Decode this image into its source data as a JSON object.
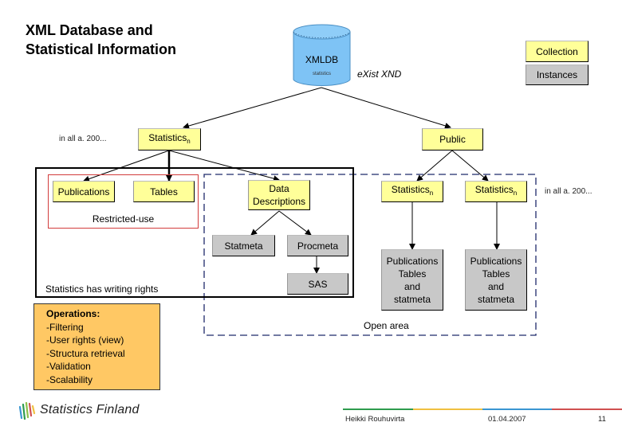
{
  "title": {
    "line1": "XML Database and",
    "line2": "Statistical Information"
  },
  "database": {
    "label": "XMLDB",
    "sublabel": "statistics",
    "note": "eXist XND",
    "color": "#7ec3f5"
  },
  "legend": {
    "collection": "Collection",
    "instances": "Instances"
  },
  "nodes": {
    "statistics_left": {
      "label": "Statistics",
      "sub": "n",
      "note": "in all a. 200..."
    },
    "public": {
      "label": "Public"
    },
    "publications": {
      "label": "Publications"
    },
    "tables": {
      "label": "Tables"
    },
    "restricted_use": "Restricted-use",
    "data_descriptions": {
      "line1": "Data",
      "line2": "Descriptions"
    },
    "statmeta": {
      "label": "Statmeta"
    },
    "procmeta": {
      "label": "Procmeta"
    },
    "sas": {
      "label": "SAS"
    },
    "writing_rights": "Statistics has writing rights",
    "public_stat_1": {
      "label": "Statistics",
      "sub": "n"
    },
    "public_stat_2": {
      "label": "Statistics",
      "sub": "n"
    },
    "public_note": "in all a. 200...",
    "public_content_1": {
      "line1": "Publications",
      "line2": "Tables",
      "line3": "and",
      "line4": "statmeta"
    },
    "public_content_2": {
      "line1": "Publications",
      "line2": "Tables",
      "line3": "and",
      "line4": "statmeta"
    },
    "open_area": "Open area"
  },
  "operations": {
    "heading": "Operations:",
    "items": [
      "-Filtering",
      "-User rights (view)",
      "-Structura retrieval",
      "-Validation",
      "-Scalability"
    ]
  },
  "colors": {
    "collection": "#ffff99",
    "instance": "#c8c8c8",
    "operations": "#ffc864",
    "restricted_border": "#d23c3c",
    "open_area_border": "#1f2a6b"
  },
  "footer": {
    "logo_text": "Statistics Finland",
    "author": "Heikki Rouhuvirta",
    "date": "01.04.2007",
    "page": "11",
    "bar_colors": [
      "#2e9c4e",
      "#f0c040",
      "#3a96d2",
      "#d05050"
    ]
  }
}
